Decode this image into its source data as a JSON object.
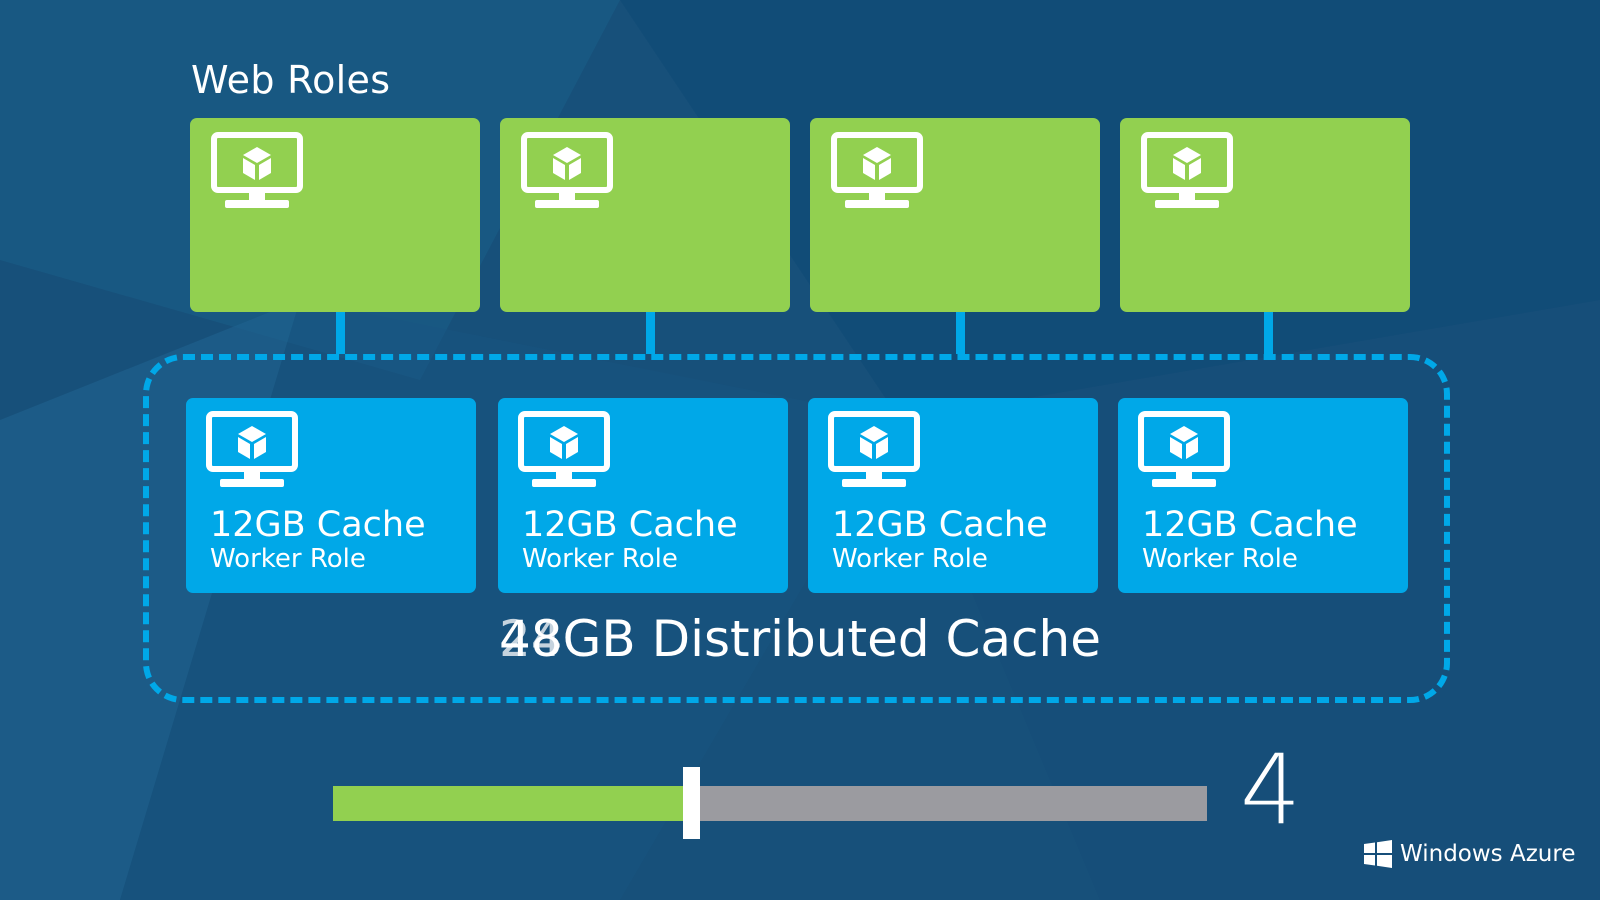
{
  "web_roles": {
    "title": "Web Roles",
    "count": 4
  },
  "worker_roles": {
    "items": [
      {
        "cache": "12GB Cache",
        "type": "Worker Role"
      },
      {
        "cache": "12GB Cache",
        "type": "Worker Role"
      },
      {
        "cache": "12GB Cache",
        "type": "Worker Role"
      },
      {
        "cache": "12GB Cache",
        "type": "Worker Role"
      }
    ]
  },
  "cluster": {
    "label_prefix": "48",
    "label_prefix_ghost": "24",
    "label_rest": "GB Distributed Cache"
  },
  "slider": {
    "fill_fraction": 0.41,
    "value": "4"
  },
  "brand": {
    "label": "Windows Azure"
  },
  "colors": {
    "web_role": "#92d050",
    "worker_role": "#00a8e8",
    "background": "#17507a",
    "track": "#9b9ba0"
  }
}
